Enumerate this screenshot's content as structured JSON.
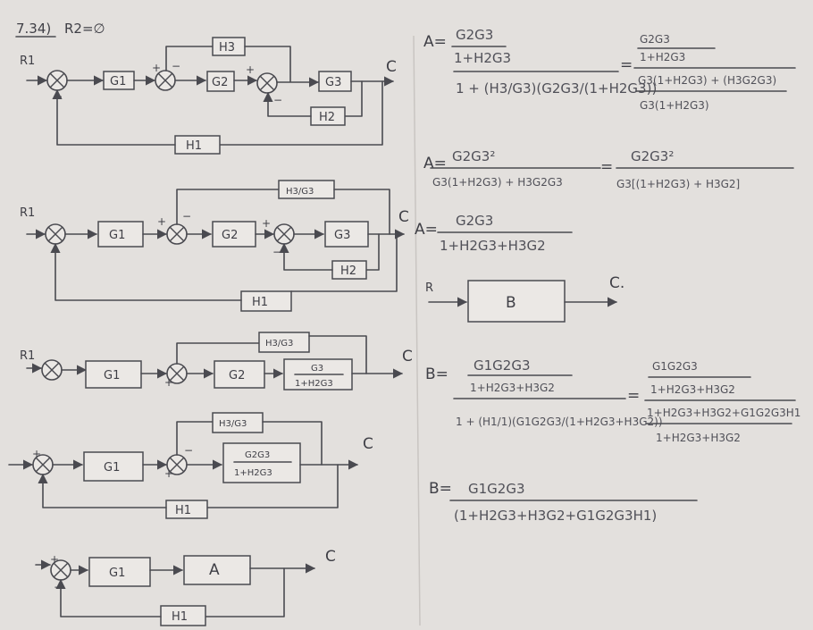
{
  "header": {
    "problem": "7.34)",
    "condition": "R2=∅"
  },
  "diagrams": {
    "d1": {
      "input": "R1",
      "g1": "G1",
      "g2": "G2",
      "g3": "G3",
      "h1": "H1",
      "h2": "H2",
      "h3": "H3",
      "output": "C"
    },
    "d2": {
      "input": "R1",
      "g1": "G1",
      "g2": "G2",
      "g3": "G3",
      "h1": "H1",
      "h2": "H2",
      "h3g3": "H3/G3",
      "output": "C"
    },
    "d3": {
      "input": "R1",
      "g1": "G1",
      "g2": "G2",
      "g3_num": "G3",
      "g3_den": "1+H2G3",
      "h3g3": "H3/G3",
      "output": "C"
    },
    "d4": {
      "g1": "G1",
      "inner_num": "G2G3",
      "inner_den": "1+H2G3",
      "h3g3": "H3/G3",
      "h1": "H1",
      "output": "C"
    },
    "d5": {
      "g1": "G1",
      "a": "A",
      "h1": "H1",
      "output": "C"
    }
  },
  "math": {
    "a_label": "A=",
    "equals": "=",
    "eq1_num": "G2G3",
    "eq1_den": "1+H2G3",
    "eq1_bottom": "1 + (H3/G3)(G2G3/(1+H2G3))",
    "eq2_top_num": "G2G3",
    "eq2_top_den": "1+H2G3",
    "eq2_mid": "G3(1+H2G3) + (H3G2G3)",
    "eq2_bottom": "G3(1+H2G3)",
    "eq3_num": "G2G3²",
    "eq3_den": "G3(1+H2G3) + H3G2G3",
    "eq4_num": "G2G3²",
    "eq4_den": "G3[(1+H2G3) + H3G2]",
    "eq5_num": "G2G3",
    "eq5_den": "1+H2G3+H3G2",
    "b_input": "R",
    "b_block": "B",
    "b_output": "C.",
    "b_label": "B=",
    "eq6_num": "G1G2G3",
    "eq6_den": "1+H2G3+H3G2",
    "eq6_bottom": "1 + (H1/1)(G1G2G3/(1+H2G3+H3G2))",
    "eq7_top_num": "G1G2G3",
    "eq7_top_den": "1+H2G3+H3G2",
    "eq7_mid": "1+H2G3+H3G2+G1G2G3H1",
    "eq7_bottom": "1+H2G3+H3G2",
    "eq8_num": "G1G2G3",
    "eq8_den": "(1+H2G3+H3G2+G1G2G3H1)"
  }
}
